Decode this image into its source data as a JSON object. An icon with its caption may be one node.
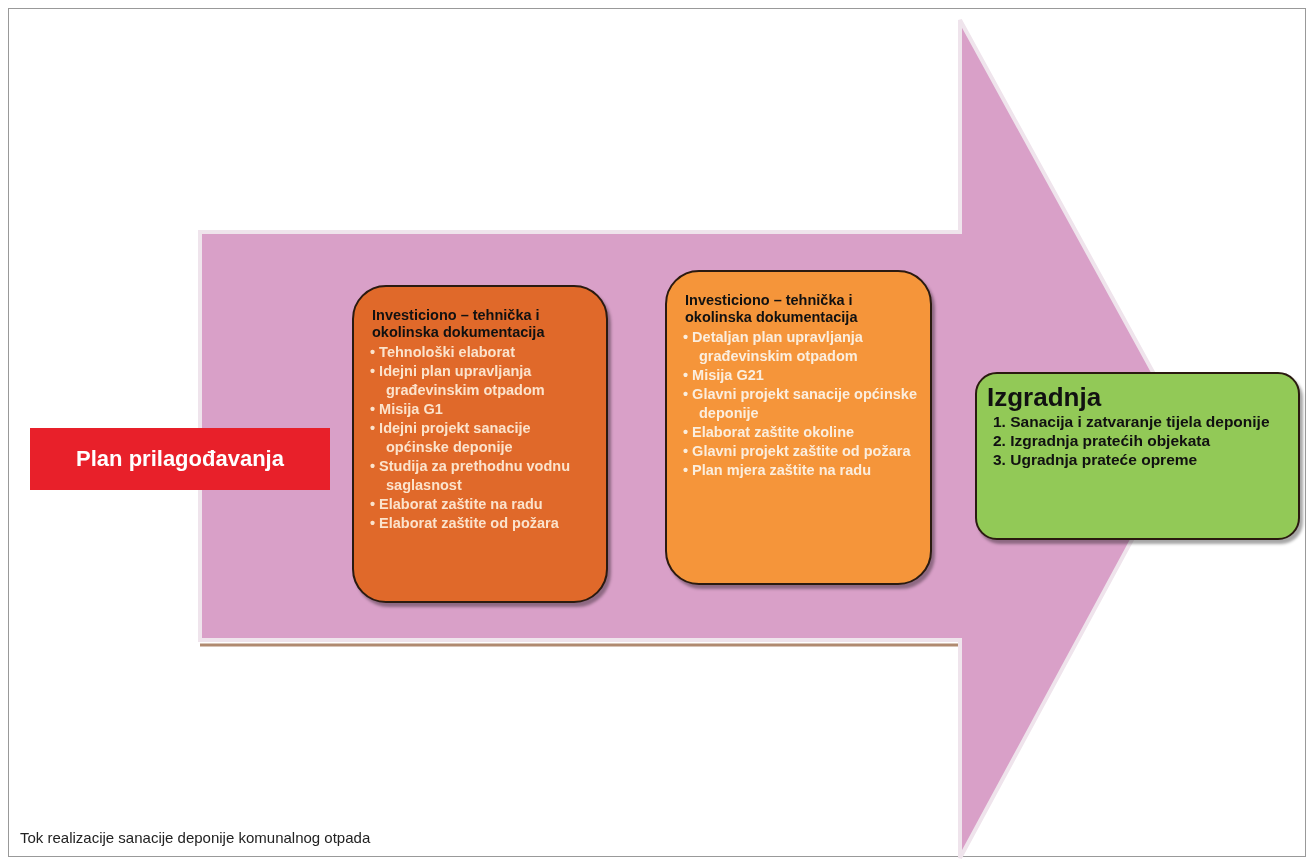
{
  "diagram": {
    "caption": "Tok realizacije sanacije deponije komunalnog otpada",
    "nodes": [
      {
        "text": [
          "Plan prilagođavanja"
        ]
      },
      {
        "text": [
          "Investiciono – tehnička i okolinska dokumentacija",
          "• Tehnološki elaborat",
          "• Idejni plan upravljanja građevinskim otpadom",
          "• Misija G1",
          "• Idejni projekt sanacije općinske deponije",
          "• Studija za prethodnu vodnu saglasnost",
          "• Elaborat zaštite na radu",
          "• Elaborat zaštite od požara"
        ]
      },
      {
        "text": [
          "Investiciono – tehnička i okolinska dokumentacija",
          "• Detaljan plan upravljanja građevinskim otpadom",
          "• Misija G21",
          "• Glavni projekt sanacije općinske deponije",
          "• Elaborat zaštite okoline",
          "• Glavni projekt zaštite od požara",
          "• Plan mjera zaštite na radu"
        ]
      },
      {
        "text": [
          "Izgradnja",
          "1. Sanacija i zatvaranje tijela deponije",
          "2. Izgradnja pratećih objekata",
          "3. Ugradnja prateće opreme"
        ]
      }
    ],
    "edges": [
      {
        "from": 0,
        "to": 3,
        "arrow": "to"
      }
    ]
  }
}
